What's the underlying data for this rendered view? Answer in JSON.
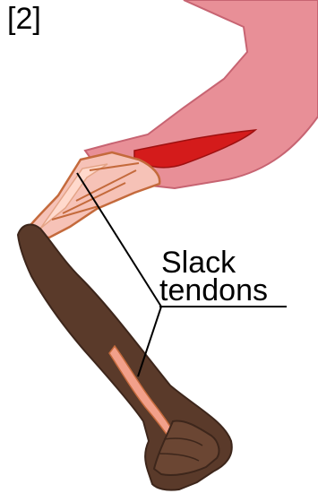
{
  "figure": {
    "label": "[2]"
  },
  "callout": {
    "line1": "Slack",
    "line2": "tendons"
  },
  "colors": {
    "thigh_fill": "#e88f97",
    "thigh_outline": "#c76472",
    "muscle_red": "#d41b1b",
    "tendon_fill": "#f6c2b7",
    "tendon_outline": "#c46a3c",
    "bone": "#5a3a2a",
    "leader_line": "#000000"
  }
}
